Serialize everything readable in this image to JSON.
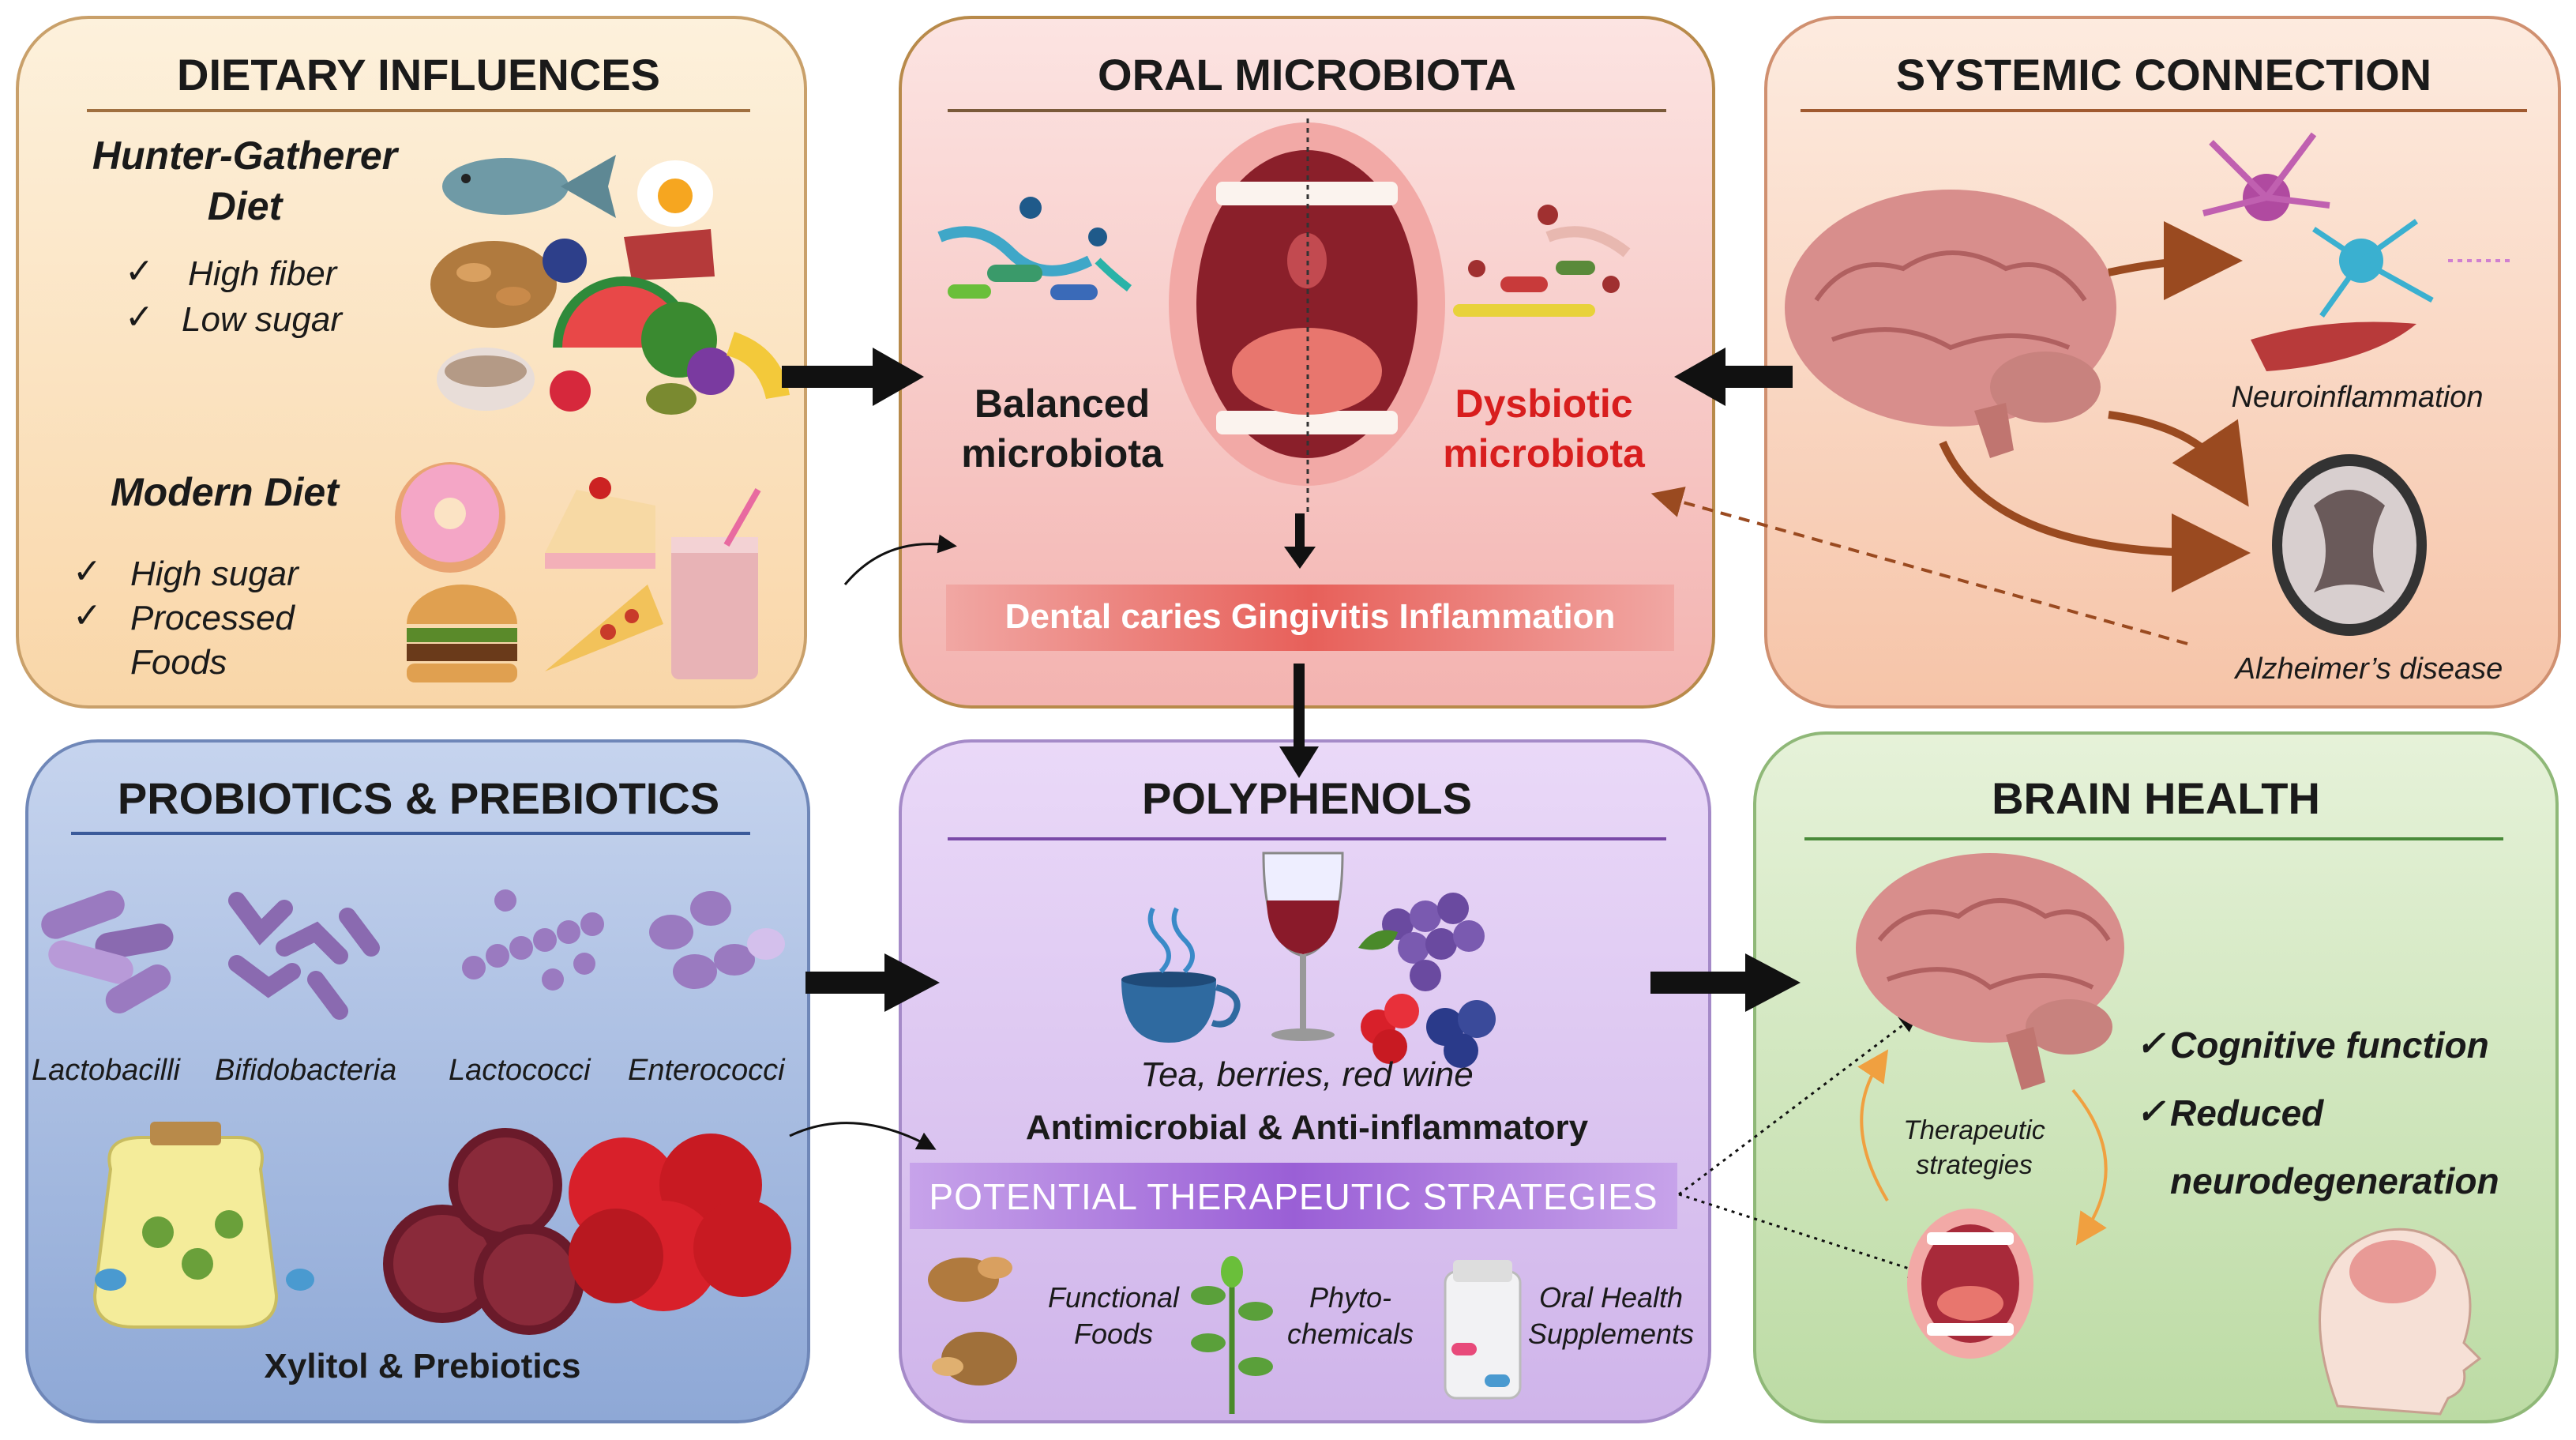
{
  "dietary": {
    "title": "DIETARY INFLUENCES",
    "hunter_title_line1": "Hunter-Gatherer",
    "hunter_title_line2": "Diet",
    "hunter_items": [
      "High fiber",
      "Low sugar"
    ],
    "modern_title": "Modern Diet",
    "modern_items": [
      "High sugar",
      "Processed",
      "Foods"
    ],
    "check": "✓"
  },
  "oral": {
    "title": "ORAL MICROBIOTA",
    "balanced_line1": "Balanced",
    "balanced_line2": "microbiota",
    "dysbiotic_line1": "Dysbiotic",
    "dysbiotic_line2": "microbiota",
    "conditions": "Dental caries Gingivitis Inflammation"
  },
  "systemic": {
    "title": "SYSTEMIC CONNECTION",
    "neuro_label": "Neuroinflammation",
    "alz_label": "Alzheimer’s disease"
  },
  "probiotics": {
    "title": "PROBIOTICS & PREBIOTICS",
    "bacteria": [
      "Lactobacilli",
      "Bifidobacteria",
      "Lactococci",
      "Enterococci"
    ],
    "xylitol_label": "Xylitol & Prebiotics"
  },
  "polyphenols": {
    "title": "POLYPHENOLS",
    "sources": "Tea, berries, red wine",
    "effects": "Antimicrobial & Anti-inflammatory",
    "strategies_banner": "POTENTIAL THERAPEUTIC STRATEGIES",
    "func_line1": "Functional",
    "func_line2": "Foods",
    "phyto_line1": "Phyto-",
    "phyto_line2": "chemicals",
    "supp_line1": "Oral Health",
    "supp_line2": "Supplements"
  },
  "brain": {
    "title": "BRAIN HEALTH",
    "therapeutic_line1": "Therapeutic",
    "therapeutic_line2": "strategies",
    "outcome1": "Cognitive function",
    "outcome2_line1": "Reduced",
    "outcome2_line2": "neurodegeneration",
    "check": "✓"
  },
  "colors": {
    "dietary_bg": "#fbe3c4",
    "oral_bg": "#f7c9c7",
    "systemic_bg": "#fad7c4",
    "probiotics_bg": "#a9bde0",
    "polyphenols_bg": "#dcc9f0",
    "brain_bg": "#d4e8c1",
    "dysbiotic_text": "#d81e1e",
    "arrow": "#111111"
  }
}
